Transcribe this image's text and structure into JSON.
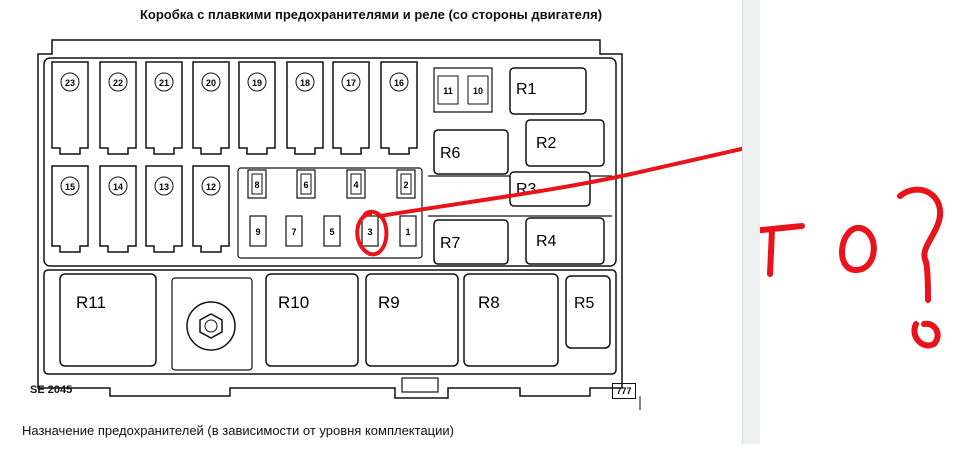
{
  "title": "Коробка с плавкими предохранителями и реле (со стороны двигателя)",
  "caption": "Назначение  предохранителей (в зависимости от уровня комплектации)",
  "diagram_code": "SE 2045",
  "page_number": "777",
  "annotation": "это?",
  "big_fuses_top": [
    "23",
    "22",
    "21",
    "20",
    "19",
    "18",
    "17",
    "16"
  ],
  "big_fuses_bottom": [
    "15",
    "14",
    "13",
    "12"
  ],
  "small_fuses_row1": [
    "8",
    "6",
    "4",
    "2"
  ],
  "small_fuses_row2": [
    "9",
    "7",
    "5",
    "3",
    "1"
  ],
  "small_fuses_top": [
    "11",
    "10"
  ],
  "relays": [
    "R1",
    "R2",
    "R3",
    "R4",
    "R5",
    "R6",
    "R7",
    "R8",
    "R9",
    "R10",
    "R11"
  ],
  "colors": {
    "annotation": "#e8131b",
    "line": "#111111"
  }
}
